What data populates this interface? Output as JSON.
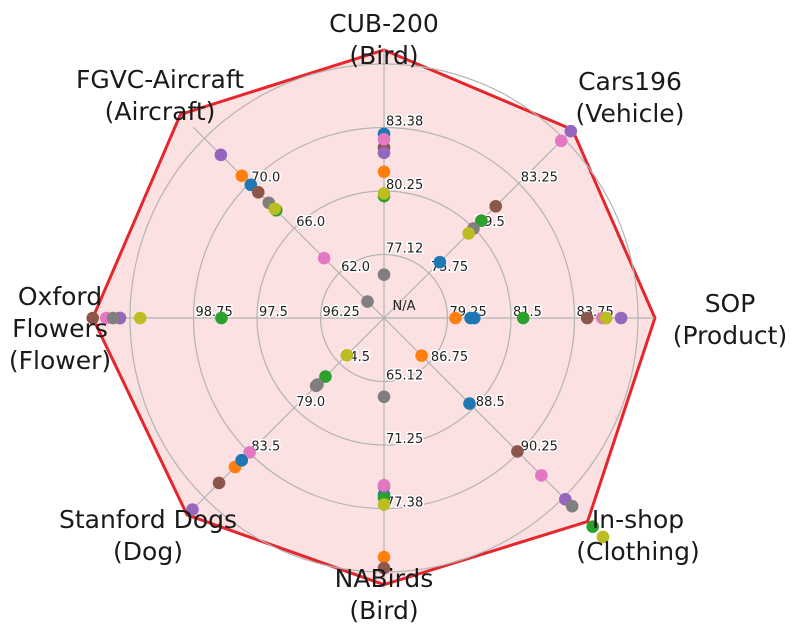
{
  "chart_data": {
    "type": "radar",
    "center_label": "N/A",
    "rings": 4,
    "grid": true,
    "legend": "none",
    "colors": {
      "envelope_stroke": "#e6262c",
      "envelope_fill": "#fbe1e1",
      "grid": "#b4b4b4"
    },
    "axes": [
      {
        "name": "CUB-200",
        "sub": "(Bird)",
        "ticks": [
          "77.12",
          "80.25",
          "83.38"
        ],
        "min": 74.0,
        "max": 83.38
      },
      {
        "name": "Cars196",
        "sub": "(Vehicle)",
        "ticks": [
          "75.75",
          "79.5",
          "83.25"
        ],
        "min": 72.0,
        "max": 83.25
      },
      {
        "name": "SOP",
        "sub": "(Product)",
        "ticks": [
          "79.25",
          "81.5",
          "83.75"
        ],
        "min": 77.0,
        "max": 83.75
      },
      {
        "name": "In-shop",
        "sub": "(Clothing)",
        "ticks": [
          "86.75",
          "88.5",
          "90.25"
        ],
        "min": 85.0,
        "max": 90.25
      },
      {
        "name": "NABirds",
        "sub": "(Bird)",
        "ticks": [
          "65.12",
          "71.25",
          "77.38"
        ],
        "min": 59.0,
        "max": 77.38
      },
      {
        "name": "Stanford Dogs",
        "sub": "(Dog)",
        "ticks": [
          "74.5",
          "79.0",
          "83.5"
        ],
        "min": 70.0,
        "max": 83.5
      },
      {
        "name": "Oxford",
        "sub": "Flowers",
        "sub2": "(Flower)",
        "ticks": [
          "96.25",
          "97.5",
          "98.75"
        ],
        "min": 95.0,
        "max": 98.75
      },
      {
        "name": "FGVC-Aircraft",
        "sub": "(Aircraft)",
        "ticks": [
          "62.0",
          "66.0",
          "70.0"
        ],
        "min": 58.0,
        "max": 70.0
      }
    ],
    "envelope": [
      83.9,
      83.8,
      84.2,
      90.95,
      78.3,
      84.8,
      99.3,
      71.6
    ],
    "series": [
      {
        "color": "#1f77b4",
        "values": [
          80.8,
          75.5,
          79.4,
          87.5,
          71.8,
          80.7,
          98.9,
          66.9
        ]
      },
      {
        "color": "#ff7f0e",
        "values": [
          79.4,
          77.6,
          78.9,
          86.1,
          76.3,
          81.2,
          98.9,
          67.5
        ]
      },
      {
        "color": "#2ca02c",
        "values": [
          78.5,
          78.1,
          80.7,
          91.1,
          72.0,
          74.4,
          97.4,
          65.2
        ]
      },
      {
        "color": "#8c564b",
        "values": [
          80.3,
          79.0,
          82.4,
          88.9,
          77.1,
          82.4,
          99.3,
          66.4
        ]
      },
      {
        "color": "#9467bd",
        "values": [
          80.1,
          83.7,
          83.3,
          90.3,
          71.2,
          84.4,
          98.9,
          68.9
        ]
      },
      {
        "color": "#e377c2",
        "values": [
          80.6,
          83.1,
          82.8,
          89.6,
          71.1,
          80.1,
          99.1,
          62.0
        ]
      },
      {
        "color": "#7f7f7f",
        "values": [
          75.6,
          77.6,
          82.9,
          90.5,
          64.7,
          75.1,
          99.0,
          65.7
        ]
      },
      {
        "color": "#bcbd22",
        "values": [
          78.6,
          77.3,
          82.9,
          91.4,
          72.5,
          72.8,
          98.6,
          65.3
        ]
      },
      {
        "color": "#7f7f7f",
        "values": [
          null,
          null,
          null,
          null,
          null,
          75.0,
          null,
          59.1
        ]
      },
      {
        "color": "#1f77b4",
        "values": [
          null,
          null,
          79.3,
          null,
          null,
          80.7,
          null,
          null
        ]
      }
    ]
  }
}
